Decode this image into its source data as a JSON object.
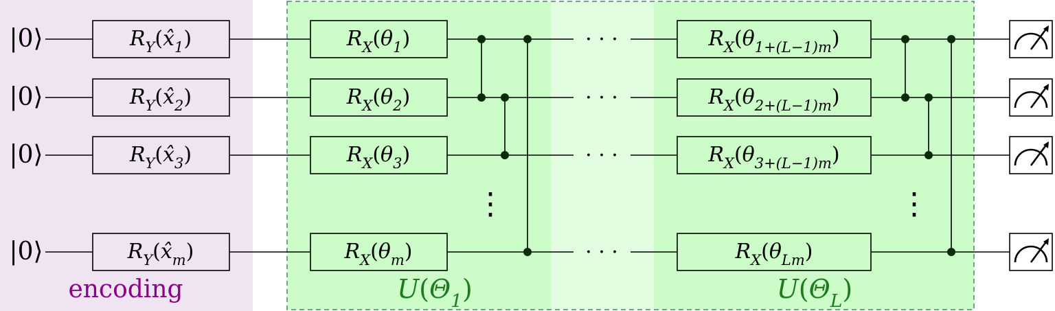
{
  "colors": {
    "encoding_bg": "#f1e4f2",
    "layer_bg": "#ccfcc8",
    "middle_bg": "#e2fde0",
    "layer_border": "#3c8c64",
    "encoding_label": "#8b008b",
    "layer_label": "#1f7a1f",
    "wire": "#000000",
    "dot": "#0a2a0a"
  },
  "encoding_label": "encoding",
  "qubits": [
    {
      "ket": "|0⟩",
      "encoding_gate": {
        "base": "R",
        "sub": "Y",
        "arg": "x̂",
        "arg_sub": "1"
      },
      "first_gate": {
        "base": "R",
        "sub": "X",
        "arg": "θ",
        "arg_sub": "1"
      },
      "last_gate": {
        "base": "R",
        "sub": "X",
        "arg": "θ",
        "arg_sub": "1+(L−1)m"
      }
    },
    {
      "ket": "|0⟩",
      "encoding_gate": {
        "base": "R",
        "sub": "Y",
        "arg": "x̂",
        "arg_sub": "2"
      },
      "first_gate": {
        "base": "R",
        "sub": "X",
        "arg": "θ",
        "arg_sub": "2"
      },
      "last_gate": {
        "base": "R",
        "sub": "X",
        "arg": "θ",
        "arg_sub": "2+(L−1)m"
      }
    },
    {
      "ket": "|0⟩",
      "encoding_gate": {
        "base": "R",
        "sub": "Y",
        "arg": "x̂",
        "arg_sub": "3"
      },
      "first_gate": {
        "base": "R",
        "sub": "X",
        "arg": "θ",
        "arg_sub": "3"
      },
      "last_gate": {
        "base": "R",
        "sub": "X",
        "arg": "θ",
        "arg_sub": "3+(L−1)m"
      }
    },
    {
      "ket": "|0⟩",
      "encoding_gate": {
        "base": "R",
        "sub": "Y",
        "arg": "x̂",
        "arg_sub": "m"
      },
      "first_gate": {
        "base": "R",
        "sub": "X",
        "arg": "θ",
        "arg_sub": "m"
      },
      "last_gate": {
        "base": "R",
        "sub": "X",
        "arg": "θ",
        "arg_sub": "Lm"
      }
    }
  ],
  "layer_labels": [
    {
      "base": "U",
      "arg": "Θ",
      "arg_sub": "1"
    },
    {
      "base": "U",
      "arg": "Θ",
      "arg_sub": "L"
    }
  ],
  "dots_h": "· · ·",
  "dots_v": "⋮"
}
